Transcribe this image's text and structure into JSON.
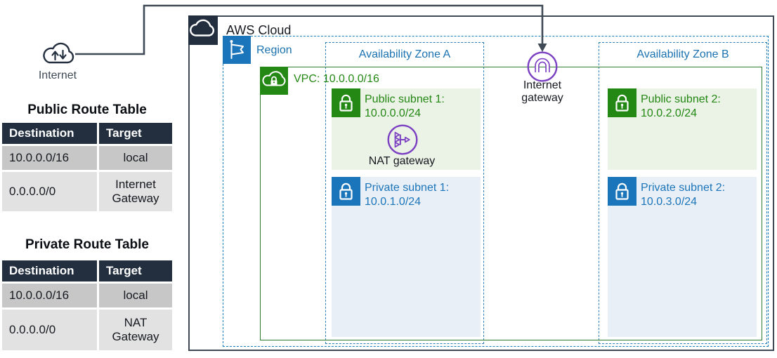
{
  "colors": {
    "navy": "#232f3e",
    "blue": "#147eba",
    "green": "#248814",
    "vpc_border_green": "#2d7b2d",
    "purple": "#7b3fc2",
    "public_subnet_fill": "#ebf2e6",
    "private_subnet_fill": "#e9eff6",
    "table_row_gray_dark": "#c7c7c7",
    "table_row_gray_light": "#e2e2e2",
    "connector_line": "#3f4a56"
  },
  "left_panel": {
    "internet": {
      "label": "Internet",
      "icon": "internet-cloud-icon"
    },
    "public_route_table": {
      "title": "Public Route Table",
      "headers": {
        "destination": "Destination",
        "target": "Target"
      },
      "rows": [
        {
          "destination": "10.0.0.0/16",
          "target": "local"
        },
        {
          "destination": "0.0.0.0/0",
          "target": "Internet Gateway"
        }
      ]
    },
    "private_route_table": {
      "title": "Private Route Table",
      "headers": {
        "destination": "Destination",
        "target": "Target"
      },
      "rows": [
        {
          "destination": "10.0.0.0/16",
          "target": "local"
        },
        {
          "destination": "0.0.0.0/0",
          "target": "NAT Gateway"
        }
      ]
    }
  },
  "diagram": {
    "aws_cloud": {
      "label": "AWS Cloud",
      "icon": "aws-cloud-icon"
    },
    "region": {
      "label": "Region",
      "icon": "region-flag-icon"
    },
    "vpc": {
      "label": "VPC: 10.0.0.0/16",
      "icon": "vpc-cloud-lock-icon"
    },
    "availability_zone_a": {
      "label": "Availability Zone A"
    },
    "availability_zone_b": {
      "label": "Availability Zone B"
    },
    "subnets": {
      "public1": {
        "name": "Public subnet 1:",
        "cidr": "10.0.0.0/24",
        "icon": "public-subnet-lock-icon"
      },
      "private1": {
        "name": "Private subnet 1:",
        "cidr": "10.0.1.0/24",
        "icon": "private-subnet-lock-icon"
      },
      "public2": {
        "name": "Public subnet 2:",
        "cidr": "10.0.2.0/24",
        "icon": "public-subnet-lock-icon"
      },
      "private2": {
        "name": "Private subnet 2:",
        "cidr": "10.0.3.0/24",
        "icon": "private-subnet-lock-icon"
      }
    },
    "internet_gateway": {
      "label": "Internet gateway",
      "icon": "internet-gateway-icon"
    },
    "nat_gateway": {
      "label": "NAT gateway",
      "icon": "nat-gateway-icon"
    }
  }
}
